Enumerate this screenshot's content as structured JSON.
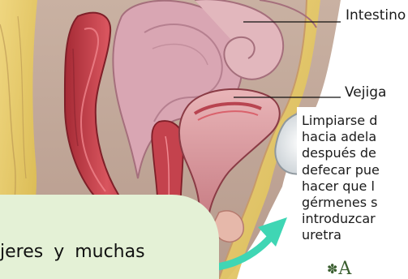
{
  "labels": {
    "intestino": "Intestino",
    "vejiga": "Vejiga"
  },
  "caption": {
    "lines": [
      "Limpiarse d",
      "hacia adela",
      "después de",
      "defecar pue",
      "hacer que l",
      "gérmenes s",
      "introduzcar",
      "uretra"
    ]
  },
  "logo": {
    "text": "A"
  },
  "overlay": {
    "text": "jeres y muchas"
  },
  "colors": {
    "tissue_yellow": "#e8cc6a",
    "intestine_red": "#c8404a",
    "bladder_pink": "#d9a2a8",
    "arrow_teal": "#3fd6b4",
    "overlay_panel": "#e4f1d6"
  }
}
